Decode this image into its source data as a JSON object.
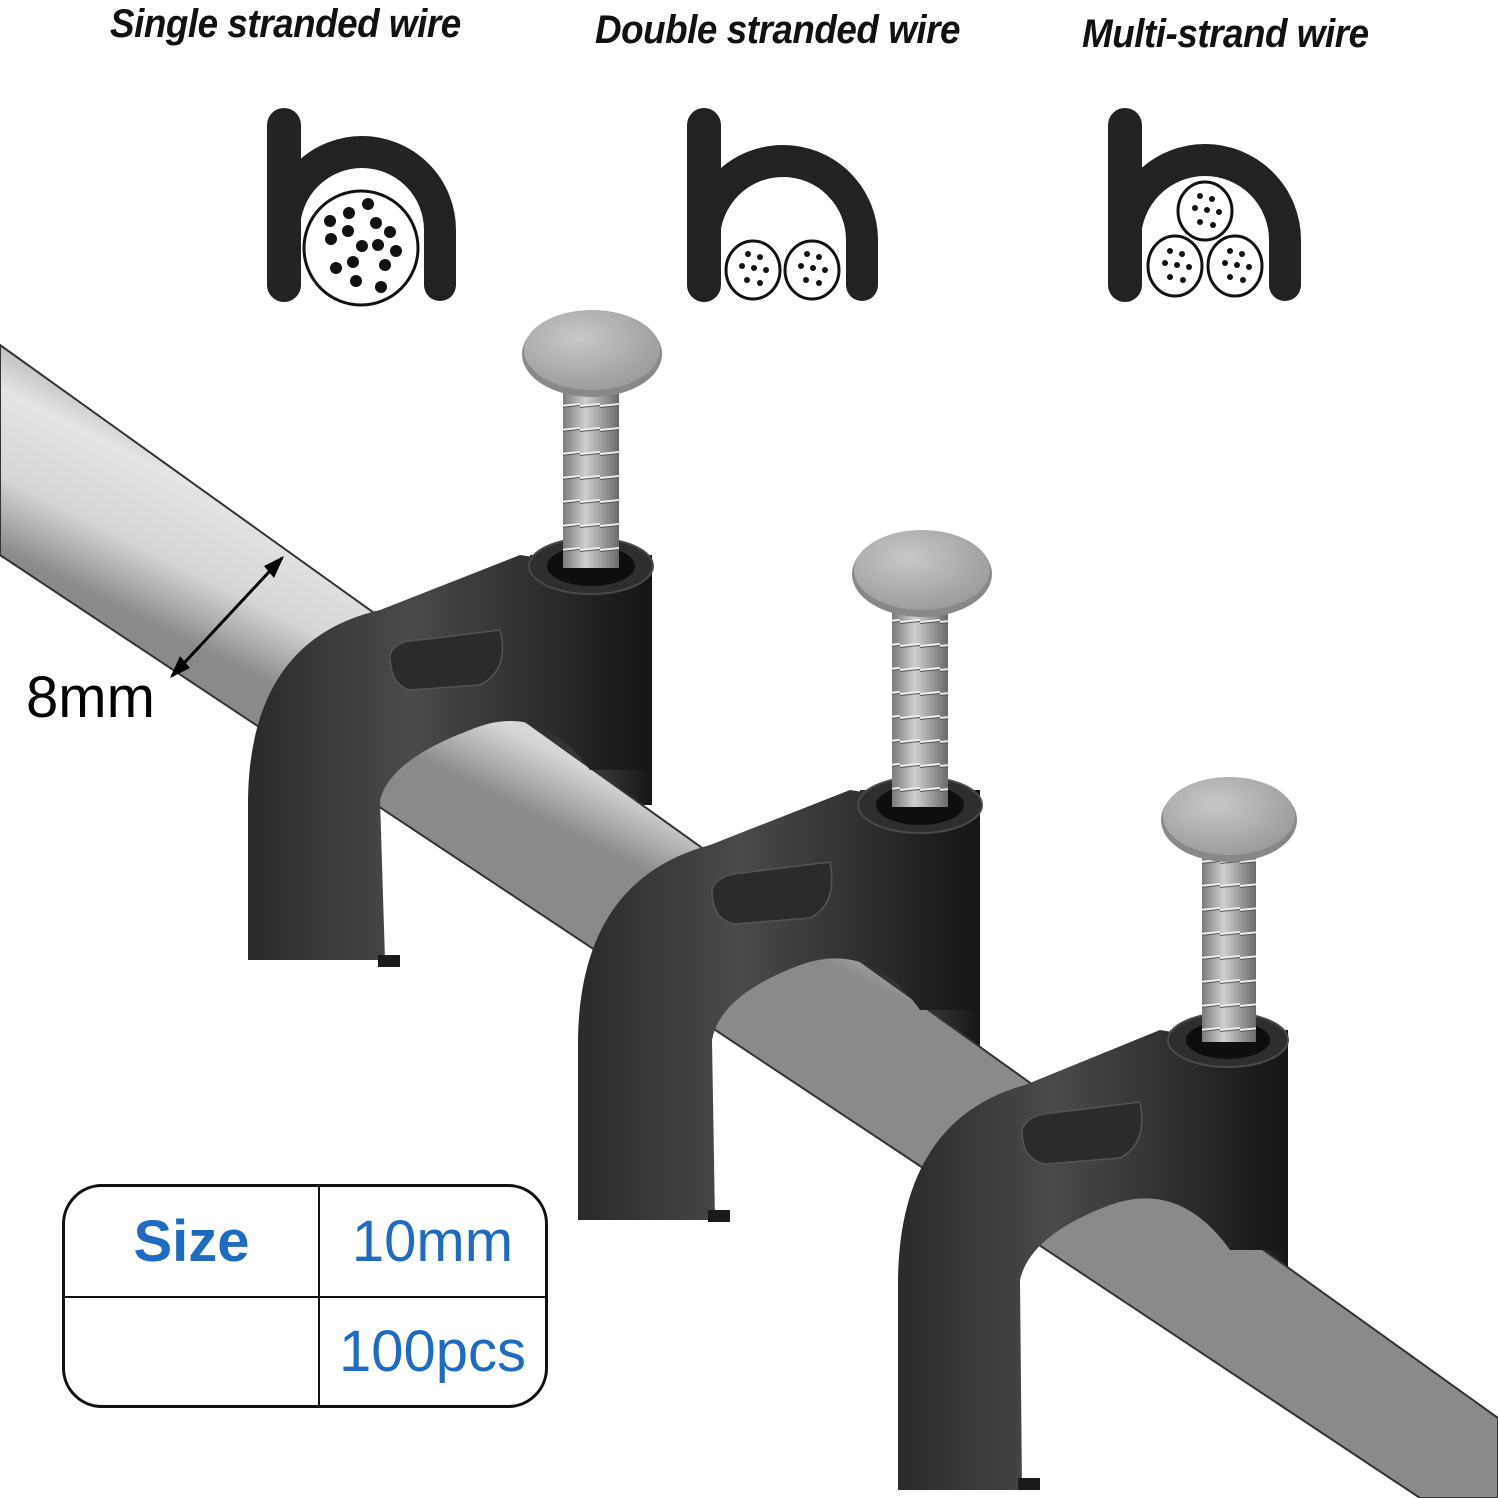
{
  "wire_types": [
    {
      "label": "Single stranded wire",
      "icon": "single-strand-wire-icon"
    },
    {
      "label": "Double stranded wire",
      "icon": "double-strand-wire-icon"
    },
    {
      "label": "Multi-strand wire",
      "icon": "multi-strand-wire-icon"
    }
  ],
  "dimension": {
    "label": "8mm"
  },
  "specs": {
    "rows": [
      {
        "label": "Size",
        "value": "10mm"
      },
      {
        "label": "",
        "value": "100pcs"
      }
    ]
  },
  "colors": {
    "accent_blue": "#1f6bbf",
    "clip_black": "#1e1e1e",
    "pipe_gray": "#cfcfcf",
    "nail_steel": "#a8a8a8"
  }
}
